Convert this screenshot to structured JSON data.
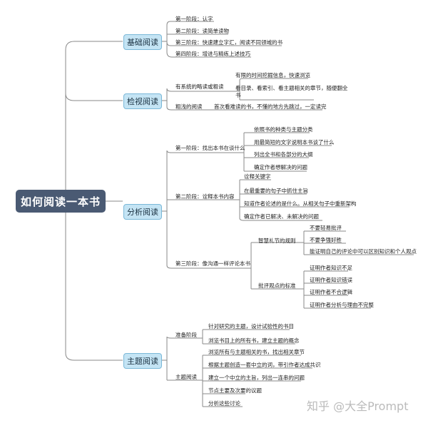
{
  "root": "如何阅读一本书",
  "branches": {
    "basic": {
      "label": "基础阅读",
      "items": [
        "第一阶段：认字",
        "第二阶段：读简单读物",
        "第三阶段：快速建立字汇，阅读不同领域的书",
        "第四阶段：增进与精练上述技巧"
      ]
    },
    "inspect": {
      "label": "检视阅读",
      "systematic": {
        "label": "有系统的略读或粗读",
        "items": [
          "有限的时间挖掘信息，快速浏览",
          "看目录、看索引、看主题相关的章节，随便翻全",
          "书"
        ]
      },
      "rough": {
        "label": "粗浅的阅读",
        "item": "首次看难读的书，不懂的地方先跳过，一定读完"
      }
    },
    "analysis": {
      "label": "分析阅读",
      "stage1": {
        "label": "第一阶段：找出本书在谈什么",
        "items": [
          "依照书的种类与主题分类",
          "用最简短的文字说明本书谈了什么",
          "列出全书和各部分的大纲",
          "确定作者想解决的问题"
        ]
      },
      "stage2": {
        "label": "第二阶段：诠释本书内容",
        "items": [
          "诠释关键字",
          "在最重要的句子中抓住主旨",
          "知道作者论述的是什么。从相关句子中重新架构",
          "确定作者已解决、未解决的问题"
        ]
      },
      "stage3": {
        "label": "第三阶段：像沟通一样评论本书",
        "etiquette": {
          "label": "智慧礼节的规则",
          "items": [
            "不要轻易批评",
            "不要争强好胜",
            "能证明自己的评论中可以区别知识和个人观点"
          ]
        },
        "criteria": {
          "label": "批评观点的标准",
          "items": [
            "证明作者知识不足",
            "证明作者知识错误",
            "证明作者不合逻辑",
            "证明作者分析与理由不完整"
          ]
        }
      }
    },
    "topic": {
      "label": "主题阅读",
      "prep": {
        "label": "准备阶段",
        "items": [
          "针对研究的主题，设计试验性的书目",
          "浏览书目上的所有书，建立主题的概念"
        ]
      },
      "reading": {
        "label": "主题阅读",
        "items": [
          "浏览所有与主题相关的书，找出相关章节",
          "根据主题创造一套中立的词，带引作者达成共识",
          "建立一个中立的主旨，列出一连串的问题",
          "节点主要及次要的议题",
          "分析这些讨论"
        ]
      }
    }
  },
  "watermark": "知乎 @大全Prompt",
  "colors": {
    "root_bg": "#4a5a73",
    "main_bg": "#c4e4f4",
    "main_border": "#7ab8d8",
    "line": "#8a8a8a"
  }
}
